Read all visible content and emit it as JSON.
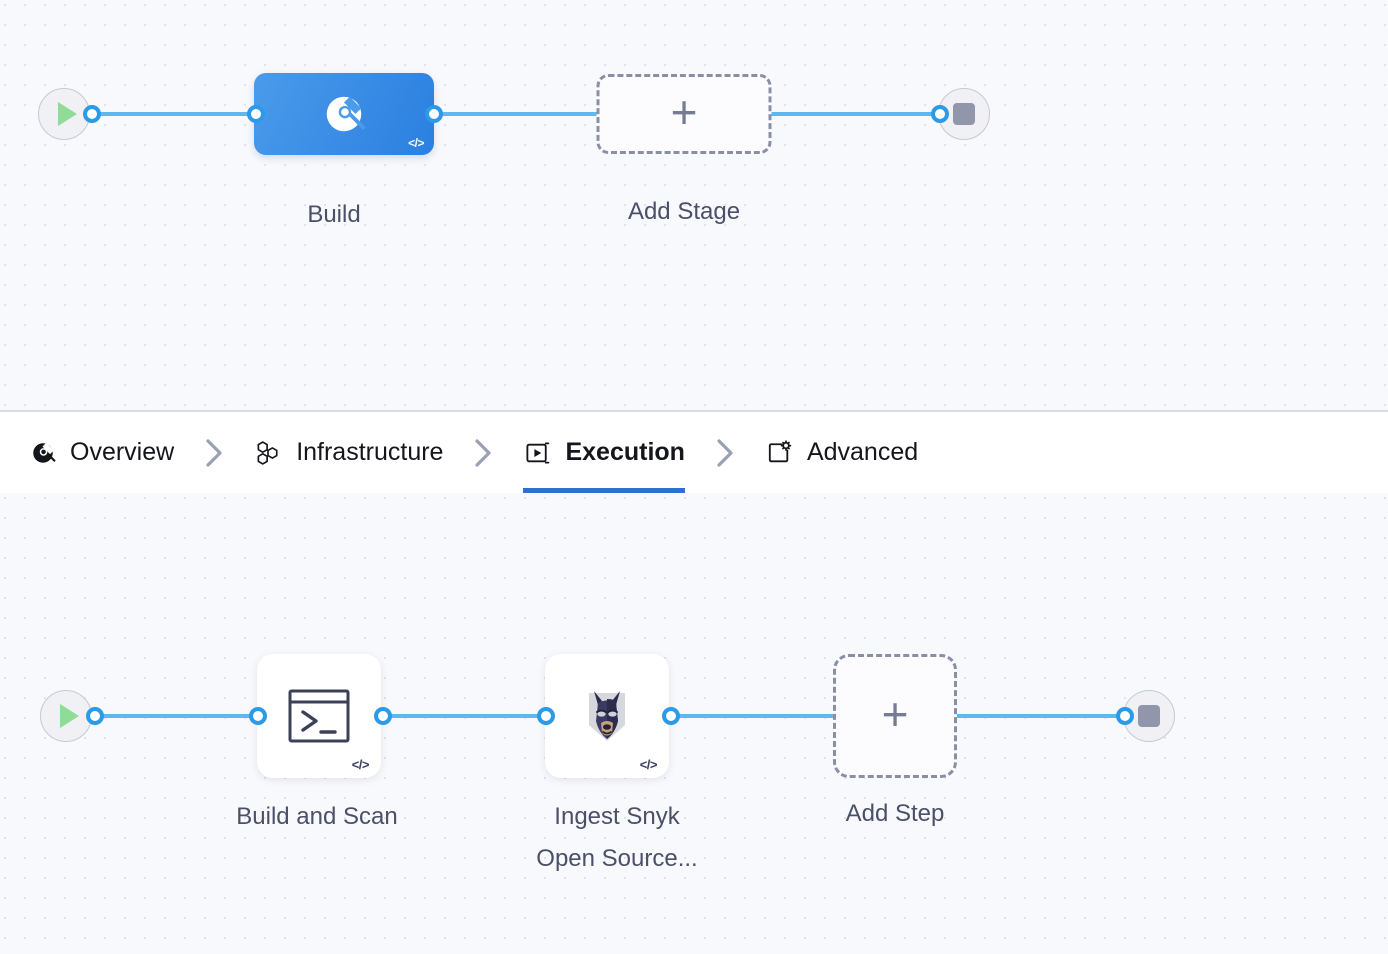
{
  "theme": {
    "canvas_bg": "#f8f9fc",
    "grid_dot": "#dfe2ec",
    "wire": "#5db7f0",
    "port_ring": "#2b9ae8",
    "stage_blue_from": "#4a9bea",
    "stage_blue_to": "#2b7fe0",
    "active_tab_underline": "#2f6fd0",
    "caption_text": "#4b5068",
    "dashed_border": "#8a8fa6",
    "play_green": "#8fdc96",
    "stop_gray": "#9296ab"
  },
  "stage_pipeline": {
    "start_node": {
      "icon": "play-icon"
    },
    "end_node": {
      "icon": "stop-icon"
    },
    "nodes": [
      {
        "id": "build-stage",
        "label": "Build",
        "icon": "build-ci-icon",
        "badge": "</>",
        "type": "stage",
        "selected": true
      },
      {
        "id": "add-stage",
        "label": "Add Stage",
        "icon": "plus-icon",
        "type": "add"
      }
    ]
  },
  "tabs": [
    {
      "id": "overview",
      "label": "Overview",
      "icon": "build-ci-icon",
      "active": false
    },
    {
      "id": "infrastructure",
      "label": "Infrastructure",
      "icon": "hexagons-icon",
      "active": false
    },
    {
      "id": "execution",
      "label": "Execution",
      "icon": "play-box-icon",
      "active": true
    },
    {
      "id": "advanced",
      "label": "Advanced",
      "icon": "gear-box-icon",
      "active": false
    }
  ],
  "tab_separator_icon": "chevron-right-icon",
  "step_pipeline": {
    "start_node": {
      "icon": "play-icon"
    },
    "end_node": {
      "icon": "stop-icon"
    },
    "nodes": [
      {
        "id": "build-and-scan",
        "label": "Build and Scan",
        "icon": "terminal-icon",
        "badge": "</>",
        "type": "step"
      },
      {
        "id": "ingest-snyk",
        "label": "Ingest Snyk\nOpen Source...",
        "icon": "snyk-doberman-icon",
        "badge": "</>",
        "type": "step"
      },
      {
        "id": "add-step",
        "label": "Add Step",
        "icon": "plus-icon",
        "type": "add"
      }
    ]
  }
}
